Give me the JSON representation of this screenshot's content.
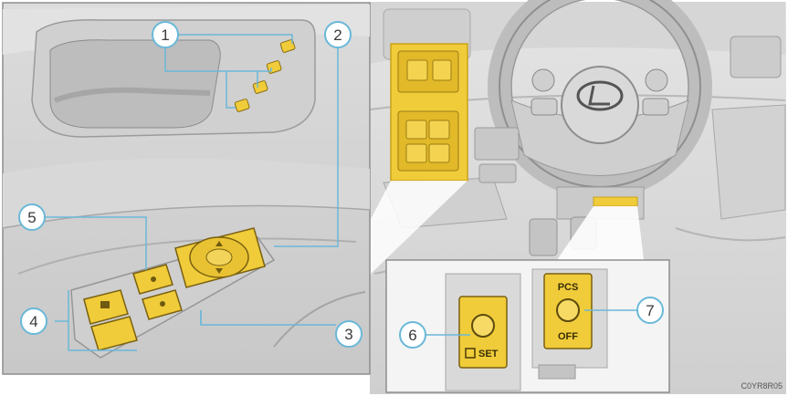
{
  "callouts": [
    {
      "id": "1",
      "label": "1"
    },
    {
      "id": "2",
      "label": "2"
    },
    {
      "id": "3",
      "label": "3"
    },
    {
      "id": "4",
      "label": "4"
    },
    {
      "id": "5",
      "label": "5"
    },
    {
      "id": "6",
      "label": "6"
    },
    {
      "id": "7",
      "label": "7"
    }
  ],
  "switch_labels": {
    "set": "SET",
    "pcs": "PCS",
    "off": "OFF"
  },
  "figure_code": "C0YR8R05",
  "colors": {
    "highlight": "#f0cc3a",
    "highlight_dark": "#c9a21a",
    "callout_line": "#6ab8d8",
    "callout_text": "#3a3a3a",
    "panel_border": "#9a9a9a",
    "background_gray": "#e6e6e6"
  },
  "icons": [
    "seat-memory-icon",
    "window-switch-icon",
    "mirror-switch-icon",
    "lexus-emblem-icon"
  ]
}
